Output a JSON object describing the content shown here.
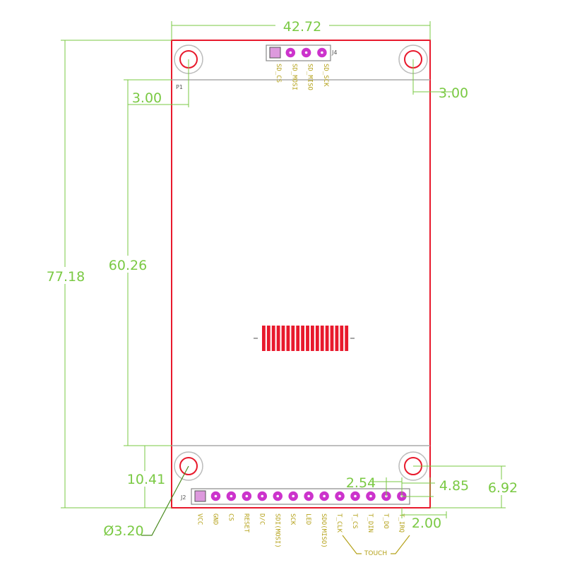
{
  "dimensions": {
    "width": "42.72",
    "height": "77.18",
    "display_height": "60.26",
    "hole_offset_left": "3.00",
    "hole_offset_right": "3.00",
    "bottom_offset": "10.41",
    "pin_pitch": "2.54",
    "pin_offset_right": "4.85",
    "pin_row_height": "6.92",
    "pin_offset_bottom": "2.00",
    "hole_diameter": "Ø3.20"
  },
  "references": {
    "p1": "P1",
    "j2": "J2",
    "j4": "J4"
  },
  "j4_pins": [
    "SD_CS",
    "SD_MOSI",
    "SD_MISO",
    "SD_SCK"
  ],
  "j2_pins": [
    "VCC",
    "GND",
    "CS",
    "RESET",
    "D/C",
    "SDI(MOSI)",
    "SCK",
    "LED",
    "SDO(MISO)",
    "T_CLK",
    "T_CS",
    "T_DIN",
    "T_DO",
    "T_IRQ"
  ],
  "touch_label": "TOUCH",
  "colors": {
    "board_outline": "#e8192c",
    "dimension": "#7ac943",
    "pin_label": "#b5a21a",
    "pad": "#cc33cc"
  }
}
